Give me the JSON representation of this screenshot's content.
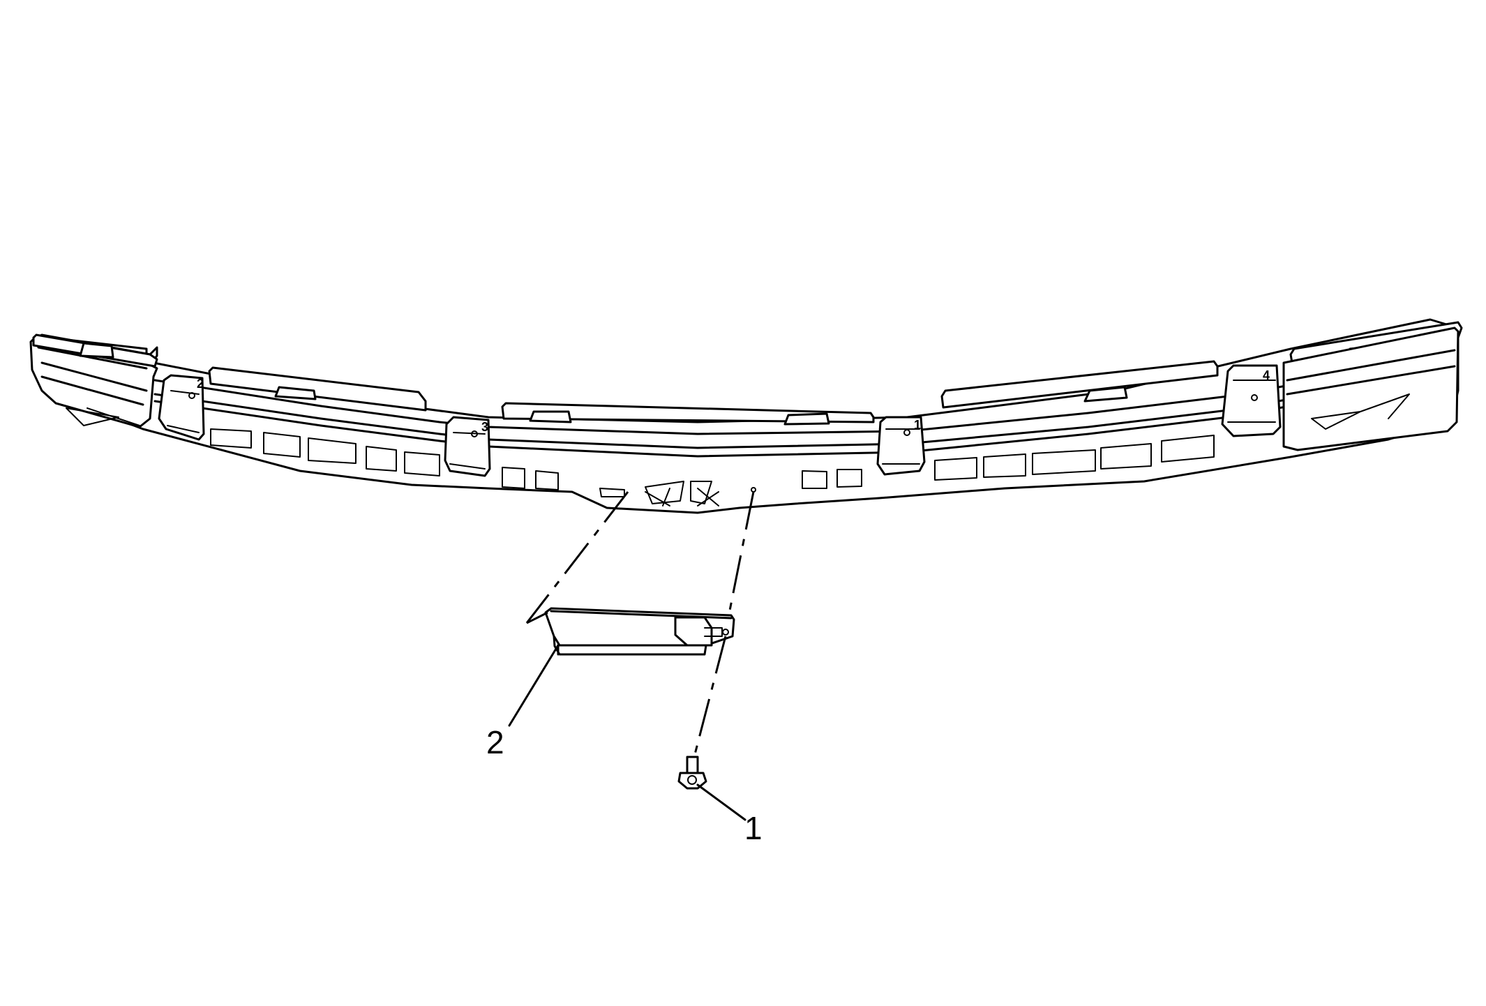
{
  "callouts": [
    {
      "label": "1"
    },
    {
      "label": "2"
    }
  ],
  "bracket_numbers": [
    "2",
    "3",
    "1",
    "4"
  ],
  "colors": {
    "line": "#000000",
    "background": "#ffffff"
  }
}
